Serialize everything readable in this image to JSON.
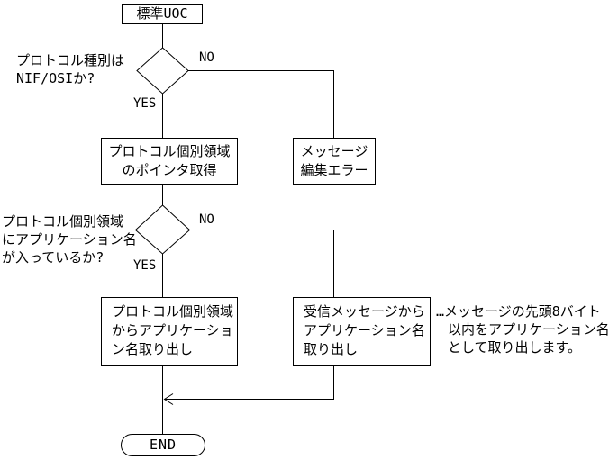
{
  "colors": {
    "line": "#000000",
    "background": "#ffffff",
    "text": "#000000"
  },
  "flowchart": {
    "start_label": "標準UOC",
    "decision1": {
      "label_lines": [
        "プロトコル種別は",
        "NIF/OSIか?"
      ],
      "no_label": "NO",
      "yes_label": "YES"
    },
    "box_pointer": {
      "lines": [
        "プロトコル個別領域",
        "のポインタ取得"
      ]
    },
    "box_error": {
      "lines": [
        "メッセージ",
        "編集エラー"
      ]
    },
    "decision2": {
      "label_lines": [
        "プロトコル個別領域",
        "にアプリケーション名",
        "が入っているか?"
      ],
      "no_label": "NO",
      "yes_label": "YES"
    },
    "box_extract_individual": {
      "lines": [
        "プロトコル個別領域",
        "からアプリケーショ",
        "ン名取り出し"
      ]
    },
    "box_extract_message": {
      "lines": [
        "受信メッセージから",
        "アプリケーション名",
        "取り出し"
      ]
    },
    "note_lines": [
      "…メッセージの先頭8バイト",
      "以内をアプリケーション名",
      "として取り出します。"
    ],
    "end_label": "END"
  }
}
